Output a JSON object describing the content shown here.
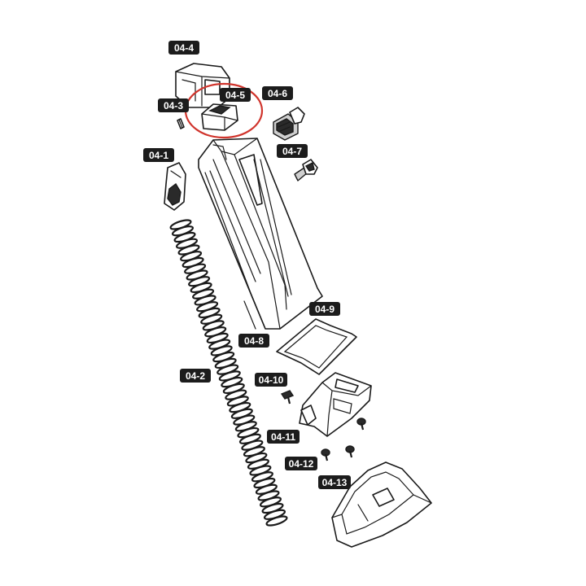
{
  "labels": {
    "p04_1": "04-1",
    "p04_2": "04-2",
    "p04_3": "04-3",
    "p04_4": "04-4",
    "p04_5": "04-5",
    "p04_6": "04-6",
    "p04_7": "04-7",
    "p04_8": "04-8",
    "p04_9": "04-9",
    "p04_10": "04-10",
    "p04_11": "04-11",
    "p04_12": "04-12",
    "p04_13": "04-13"
  },
  "colors": {
    "label_background": "#1c1c1c",
    "label_text": "#ffffff",
    "highlight_circle": "#d0342c",
    "line_art": "#1a1a1a"
  },
  "highlighted_part": "04-5"
}
